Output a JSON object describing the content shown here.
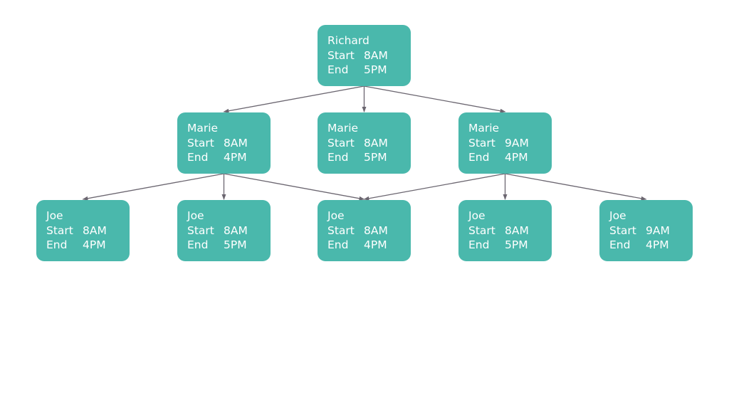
{
  "colors": {
    "node_fill": "#4ab8ac",
    "node_text": "#ffffff",
    "edge": "#6b6670",
    "background": "#ffffff"
  },
  "nodes": [
    {
      "name": "Richard",
      "start_label": "Start",
      "start": "8AM",
      "end_label": "End",
      "end": "5PM"
    },
    {
      "name": "Marie",
      "start_label": "Start",
      "start": "8AM",
      "end_label": "End",
      "end": "4PM"
    },
    {
      "name": "Marie",
      "start_label": "Start",
      "start": "8AM",
      "end_label": "End",
      "end": "5PM"
    },
    {
      "name": "Marie",
      "start_label": "Start",
      "start": "9AM",
      "end_label": "End",
      "end": "4PM"
    },
    {
      "name": "Joe",
      "start_label": "Start",
      "start": "8AM",
      "end_label": "End",
      "end": "4PM"
    },
    {
      "name": "Joe",
      "start_label": "Start",
      "start": "8AM",
      "end_label": "End",
      "end": "5PM"
    },
    {
      "name": "Joe",
      "start_label": "Start",
      "start": "8AM",
      "end_label": "End",
      "end": "4PM"
    },
    {
      "name": "Joe",
      "start_label": "Start",
      "start": "8AM",
      "end_label": "End",
      "end": "5PM"
    },
    {
      "name": "Joe",
      "start_label": "Start",
      "start": "9AM",
      "end_label": "End",
      "end": "4PM"
    }
  ],
  "edges": [
    {
      "from": 0,
      "to": 1
    },
    {
      "from": 0,
      "to": 2
    },
    {
      "from": 0,
      "to": 3
    },
    {
      "from": 1,
      "to": 4
    },
    {
      "from": 1,
      "to": 5
    },
    {
      "from": 1,
      "to": 6
    },
    {
      "from": 3,
      "to": 6
    },
    {
      "from": 3,
      "to": 7
    },
    {
      "from": 3,
      "to": 8
    }
  ]
}
